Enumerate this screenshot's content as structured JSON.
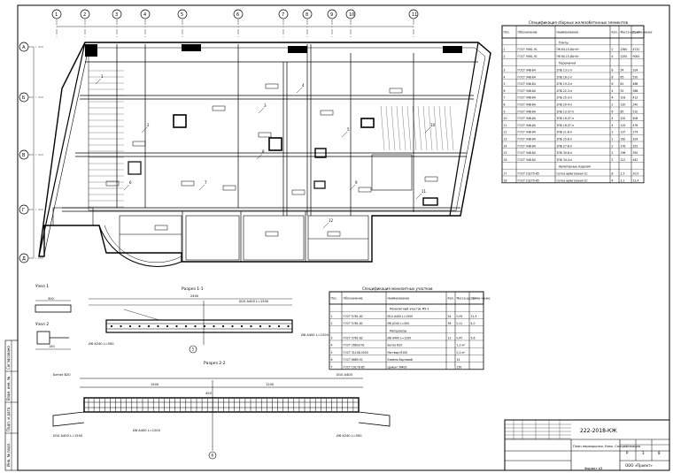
{
  "grid": {
    "columns": [
      "1",
      "2",
      "3",
      "4",
      "5",
      "6",
      "7",
      "8",
      "9",
      "10",
      "11"
    ],
    "rows": [
      "А",
      "Б",
      "В",
      "Г",
      "Д"
    ]
  },
  "plan": {
    "markers": [
      "1",
      "2",
      "3",
      "4",
      "5",
      "6",
      "7",
      "8",
      "9",
      "10",
      "11",
      "12"
    ]
  },
  "spec_top": {
    "title": "Спецификация сборных железобетонных элементов",
    "headers": [
      "Поз.",
      "Обозначение",
      "Наименование",
      "Кол.",
      "Масса ед., кг",
      "Приме-чание"
    ],
    "sections": [
      "Плиты",
      "Перемычки",
      "Арматурные изделия"
    ],
    "rows": [
      [
        "1",
        "ГОСТ 9561-91",
        "ПК 63.15-8АтVт",
        "2",
        "2360",
        "4720"
      ],
      [
        "2",
        "ГОСТ 9561-91",
        "ПК 60.15-8АтVт",
        "4",
        "2250",
        "9000"
      ],
      [
        "3",
        "ГОСТ 948-84",
        "2ПБ 13-1-п",
        "6",
        "54",
        "324"
      ],
      [
        "4",
        "ГОСТ 948-84",
        "2ПБ 16-2-п",
        "8",
        "65",
        "520"
      ],
      [
        "5",
        "ГОСТ 948-84",
        "2ПБ 19-3-п",
        "6",
        "81",
        "486"
      ],
      [
        "6",
        "ГОСТ 948-84",
        "2ПБ 22-3-п",
        "4",
        "92",
        "368"
      ],
      [
        "7",
        "ГОСТ 948-84",
        "2ПБ 25-3-п",
        "4",
        "103",
        "412"
      ],
      [
        "8",
        "ГОСТ 948-84",
        "2ПБ 29-4-п",
        "2",
        "120",
        "240"
      ],
      [
        "9",
        "ГОСТ 948-84",
        "3ПБ 13-37-п",
        "6",
        "85",
        "510"
      ],
      [
        "10",
        "ГОСТ 948-84",
        "3ПБ 16-37-п",
        "4",
        "102",
        "408"
      ],
      [
        "11",
        "ГОСТ 948-84",
        "3ПБ 18-37-п",
        "4",
        "119",
        "476"
      ],
      [
        "12",
        "ГОСТ 948-84",
        "3ПБ 21-8-п",
        "2",
        "137",
        "274"
      ],
      [
        "13",
        "ГОСТ 948-84",
        "3ПБ 25-8-п",
        "2",
        "162",
        "324"
      ],
      [
        "14",
        "ГОСТ 948-84",
        "3ПБ 27-8-п",
        "2",
        "176",
        "352"
      ],
      [
        "15",
        "ГОСТ 948-84",
        "3ПБ 30-8-п",
        "2",
        "196",
        "392"
      ],
      [
        "16",
        "ГОСТ 948-84",
        "3ПБ 34-4-п",
        "2",
        "221",
        "442"
      ],
      [
        "17",
        "ГОСТ 23279-85",
        "Сетка арматурная 1С",
        "8",
        "2,5",
        "20,0"
      ],
      [
        "18",
        "ГОСТ 23279-85",
        "Сетка арматурная 2С",
        "4",
        "3,1",
        "12,4"
      ]
    ]
  },
  "spec_bottom": {
    "title": "Спецификация монолитных участков",
    "headers": [
      "Поз.",
      "Обозначение",
      "Наименование",
      "Кол.",
      "Масса ед., кг",
      "Приме-чание"
    ],
    "sections": [
      "Монолитный участок МУ-1",
      "Материалы"
    ],
    "rows": [
      [
        "1",
        "ГОСТ 5781-82",
        "Ø10 А400 L=1500",
        "24",
        "0,93",
        "22,3"
      ],
      [
        "2",
        "ГОСТ 5781-82",
        "Ø6 А240 L=500",
        "36",
        "0,11",
        "4,0"
      ],
      [
        "3",
        "ГОСТ 5781-82",
        "Ø8 А400 L=1200",
        "12",
        "0,47",
        "5,6"
      ],
      [
        "4",
        "ГОСТ 26633-91",
        "Бетон В20",
        "",
        "1,2 м³",
        ""
      ],
      [
        "5",
        "ГОСТ 31108-2003",
        "Раствор М100",
        "",
        "0,2 м³",
        ""
      ],
      [
        "6",
        "ГОСТ 6665-91",
        "Камень бортовой",
        "",
        "14",
        ""
      ],
      [
        "7",
        "ГОСТ 10178-85",
        "Цемент М400",
        "",
        "150",
        ""
      ]
    ]
  },
  "details": {
    "node_label": "Узел 1",
    "node_label2": "Узел 2",
    "section1": "Разрез 1-1",
    "section2": "Разрез 2-2",
    "callouts": [
      "Ø10 А400 L=1500",
      "Ø8 А400 L=1200",
      "Ø6 А240 L=500",
      "Бетон В20",
      "Ø10 А400"
    ],
    "dims": [
      "150",
      "300",
      "1500",
      "1200",
      "2400",
      "450"
    ]
  },
  "stamp": {
    "doc_code": "222-2018-КЖ",
    "stage": "Р",
    "sheet": "3",
    "sheets": "8",
    "org": "ООО «Проект»",
    "sheet_title": "План перекрытия. Узлы. Спецификация",
    "format": "Формат А3",
    "side_labels": [
      "Согласовано",
      "Взам. инв. №",
      "Подп. и дата",
      "Инв. № подл."
    ]
  },
  "colors": {
    "ink": "#000000",
    "paper": "#ffffff",
    "hatch": "#444444"
  }
}
